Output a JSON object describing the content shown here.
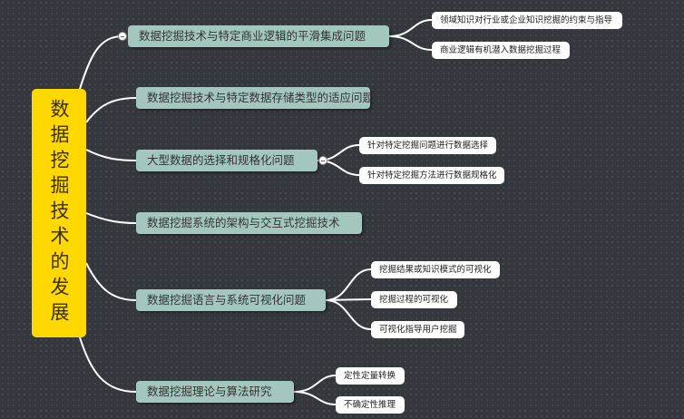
{
  "root": {
    "label": "数据挖掘技术的发展"
  },
  "branches": [
    {
      "label": "数据挖掘技术与特定商业逻辑的平滑集成问题",
      "children": [
        "领域知识对行业或企业知识挖掘的约束与指导",
        "商业逻辑有机潜入数据挖掘过程"
      ]
    },
    {
      "label": "数据挖掘技术与特定数据存储类型的适应问题",
      "children": []
    },
    {
      "label": "大型数据的选择和规格化问题",
      "children": [
        "针对特定挖掘问题进行数据选择",
        "针对特定挖掘方法进行数据规格化"
      ]
    },
    {
      "label": "数据挖掘系统的架构与交互式挖掘技术",
      "children": []
    },
    {
      "label": "数据挖掘语言与系统可视化问题",
      "children": [
        "挖掘结果或知识模式的可视化",
        "挖掘过程的可视化",
        "可视化指导用户挖掘"
      ]
    },
    {
      "label": "数据挖掘理论与算法研究",
      "children": [
        "定性定量转换",
        "不确定性推理"
      ]
    }
  ],
  "colors": {
    "root": "#ffd800",
    "branch": "#a3c6bf",
    "leaf": "#ffffff",
    "background": "#34383d"
  }
}
